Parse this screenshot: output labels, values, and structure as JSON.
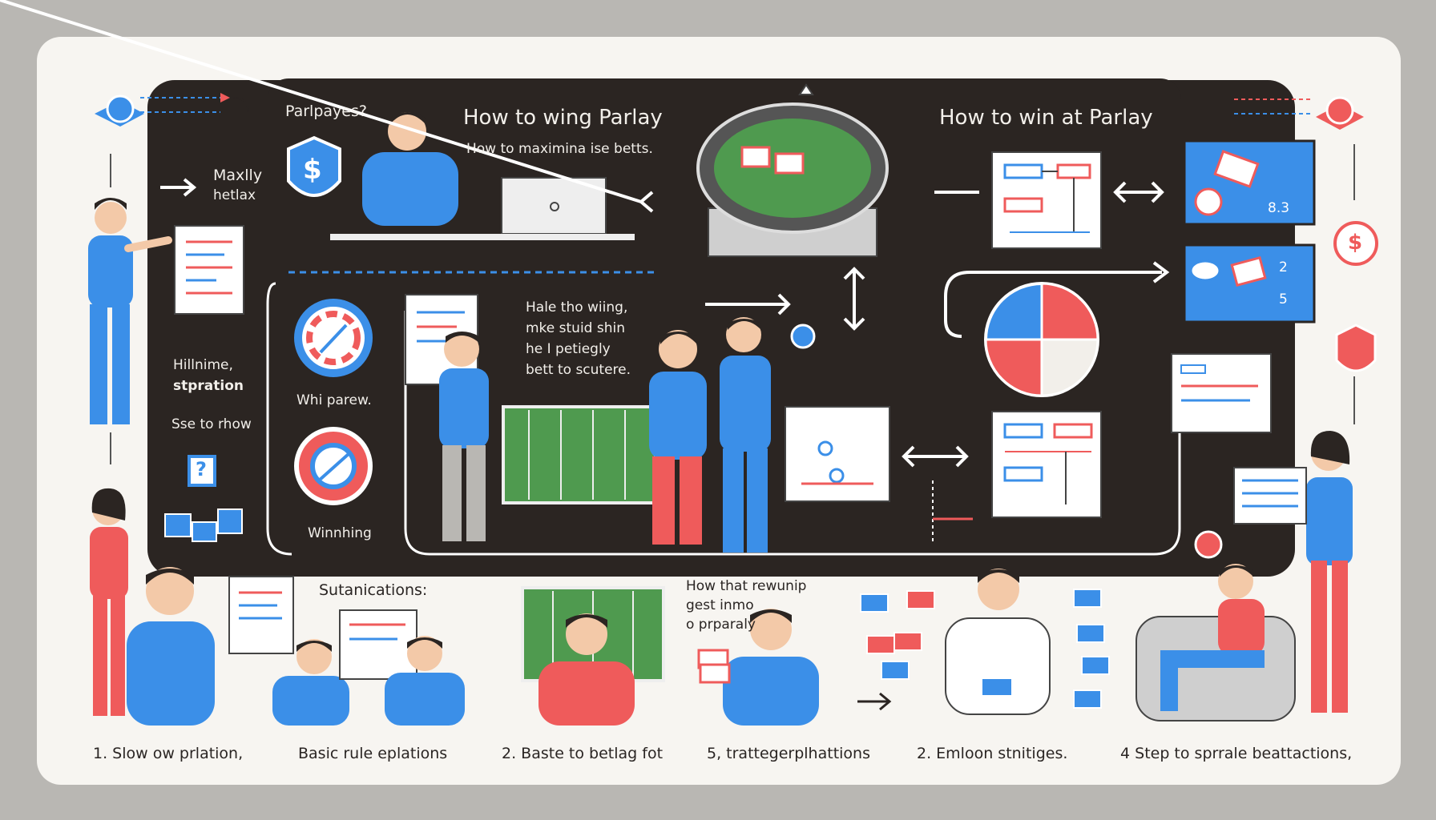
{
  "header": {
    "tag": "Parlpayes?",
    "title_left": "How to wing Parlay",
    "subtitle_left": "How to maximina ise betts.",
    "title_right": "How to win at Parlay"
  },
  "panel_left": {
    "label_top": "Maxlly",
    "label_top2": "hetlax",
    "label_mid1": "Hillnime,",
    "label_mid2": "stpration",
    "label_mid3": "Sse to rhow",
    "help_glyph": "?",
    "wheel_label": "Whi parew.",
    "winning_label": "Winnhing"
  },
  "center_note": {
    "line1": "Hale tho wiing,",
    "line2": "mke stuid shin",
    "line3": "he I petiegly",
    "line4": "bett to scutere."
  },
  "lower": {
    "left_label": "Sutanications:",
    "mid_line1": "How that rewunip",
    "mid_line2": "gest inmo",
    "mid_line3": "o prparaly"
  },
  "card_values": {
    "v1": "8.3",
    "v2": "2",
    "v3": "5",
    "shield": "$",
    "dollar": "$"
  },
  "steps": [
    {
      "label": "1. Slow ow prlation,"
    },
    {
      "label": "Basic rule eplations"
    },
    {
      "label": "2. Baste to betlag fot"
    },
    {
      "label": "5, trattegerplhattions"
    },
    {
      "label": "2. Emloon stnitiges."
    },
    {
      "label": "4 Step to sprrale beattactions,"
    }
  ],
  "colors": {
    "board": "#2b2522",
    "blue": "#3b8fe8",
    "red": "#ef5b5b",
    "green": "#4f9a4f",
    "cream": "#f7f5f1"
  }
}
